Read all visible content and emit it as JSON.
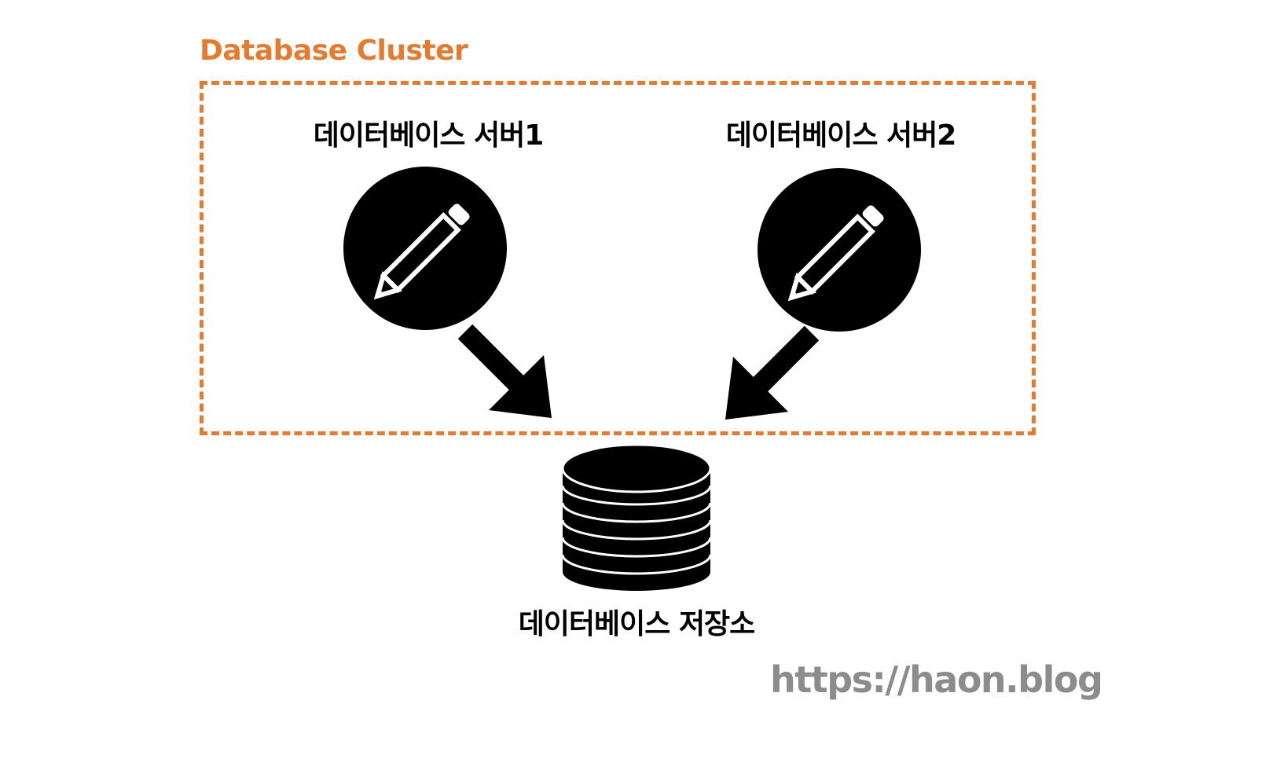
{
  "cluster": {
    "label": "Database Cluster",
    "accent_color": "#E87A2E"
  },
  "servers": [
    {
      "label": "데이터베이스 서버1",
      "icon": "pencil-icon"
    },
    {
      "label": "데이터베이스 서버2",
      "icon": "pencil-icon"
    }
  ],
  "storage": {
    "label": "데이터베이스 저장소",
    "icon": "database-icon"
  },
  "watermark": {
    "text": "https://haon.blog",
    "color": "#8C8C8C"
  }
}
